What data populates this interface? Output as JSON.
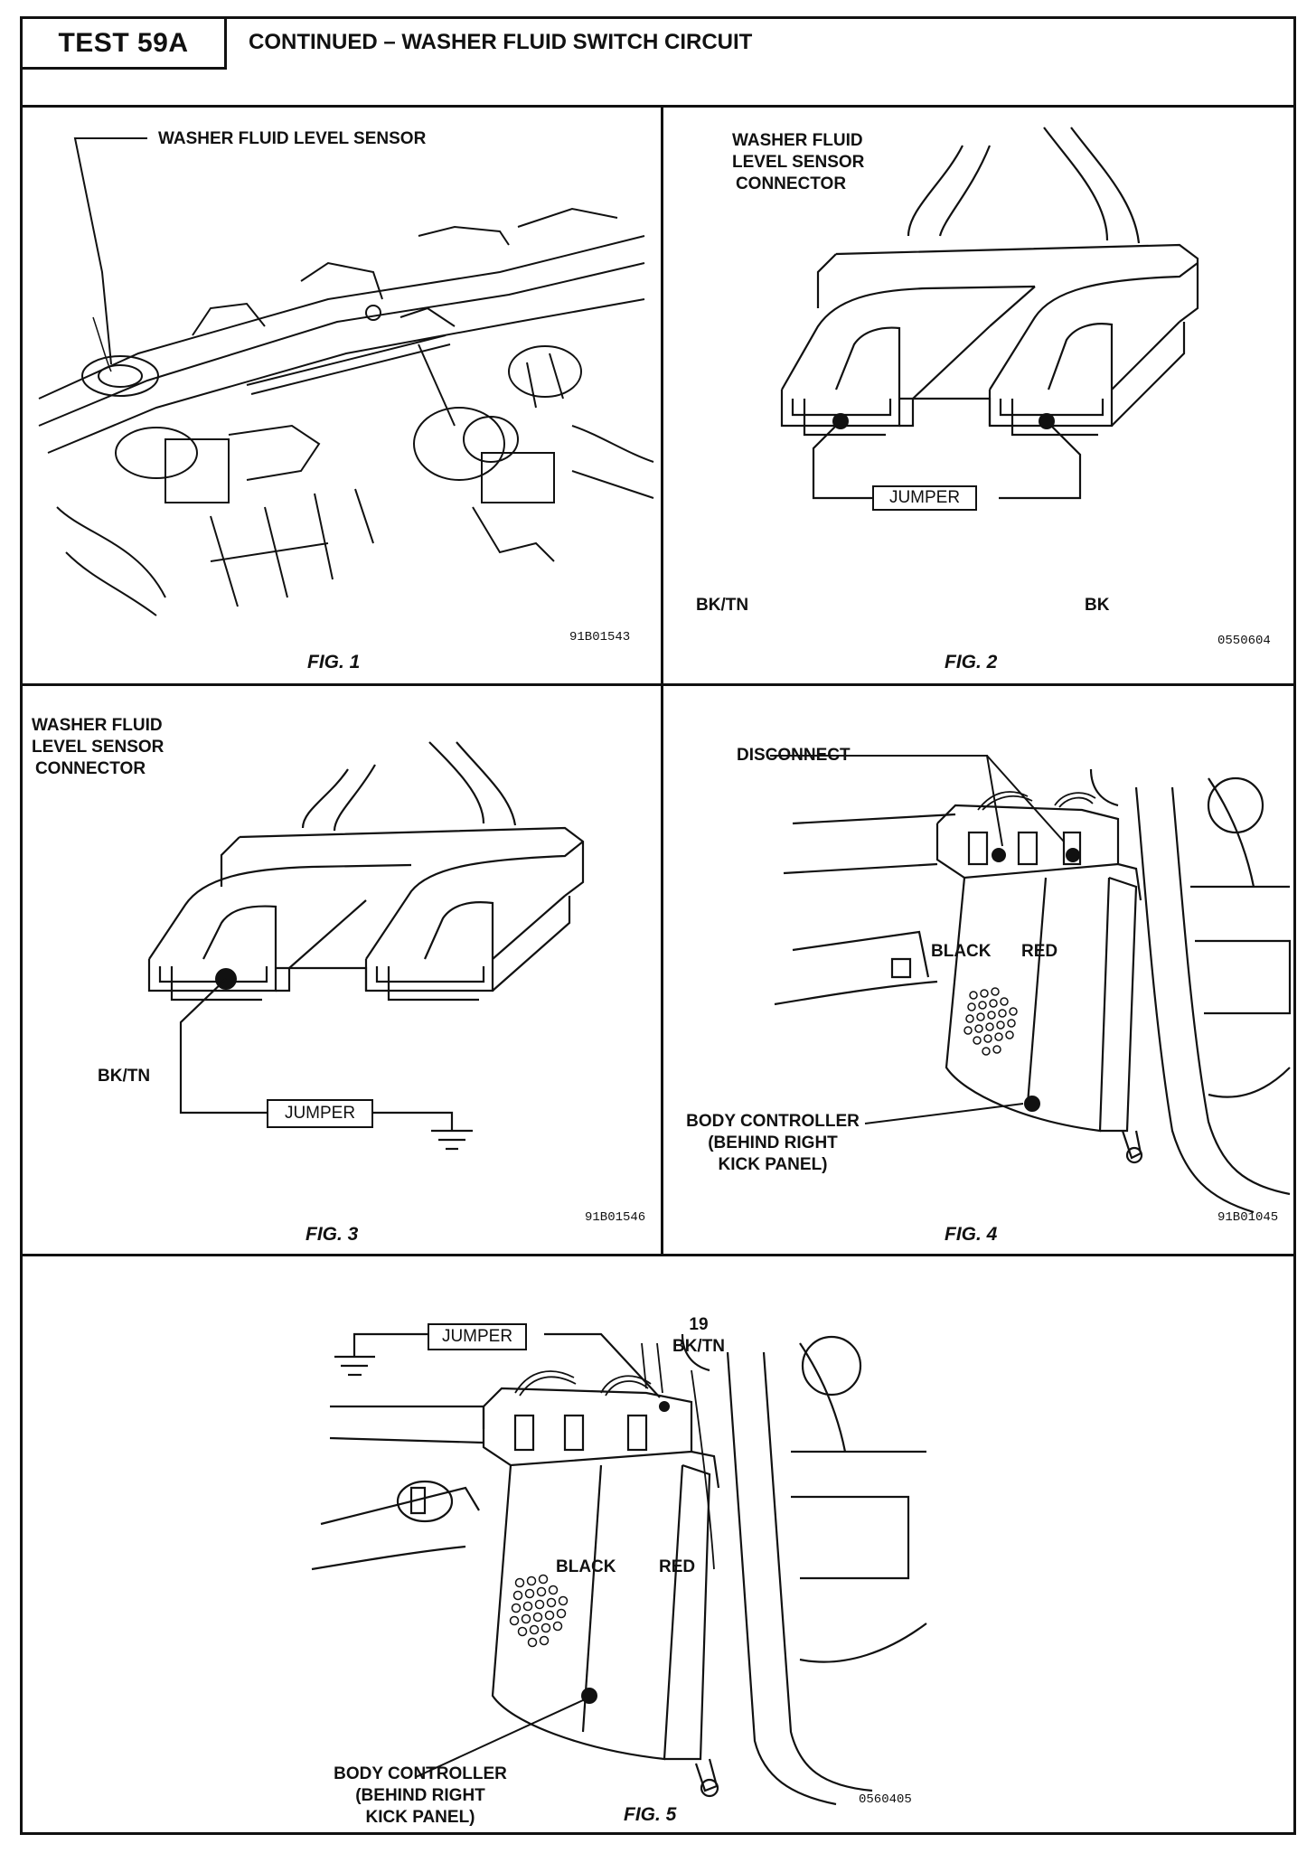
{
  "header": {
    "test_id": "TEST 59A",
    "title": "CONTINUED – WASHER FLUID SWITCH CIRCUIT"
  },
  "fig1": {
    "sensor_label": "WASHER FLUID LEVEL SENSOR",
    "code": "91B01543",
    "caption": "FIG. 1"
  },
  "fig2": {
    "connector_label_1": "WASHER FLUID",
    "connector_label_2": "LEVEL SENSOR",
    "connector_label_3": "CONNECTOR",
    "wire_left": "BK/TN",
    "wire_right": "BK",
    "jumper": "JUMPER",
    "code": "0550604",
    "caption": "FIG. 2"
  },
  "fig3": {
    "connector_label_1": "WASHER FLUID",
    "connector_label_2": "LEVEL SENSOR",
    "connector_label_3": "CONNECTOR",
    "wire": "BK/TN",
    "jumper": "JUMPER",
    "code": "91B01546",
    "caption": "FIG. 3"
  },
  "fig4": {
    "disconnect": "DISCONNECT",
    "black": "BLACK",
    "red": "RED",
    "controller_1": "BODY CONTROLLER",
    "controller_2": "(BEHIND RIGHT",
    "controller_3": "KICK PANEL)",
    "code": "91B01045",
    "caption": "FIG. 4"
  },
  "fig5": {
    "jumper": "JUMPER",
    "pin": "19",
    "wire": "BK/TN",
    "black": "BLACK",
    "red": "RED",
    "controller_1": "BODY CONTROLLER",
    "controller_2": "(BEHIND RIGHT",
    "controller_3": "KICK PANEL)",
    "code": "0560405",
    "caption": "FIG. 5"
  }
}
